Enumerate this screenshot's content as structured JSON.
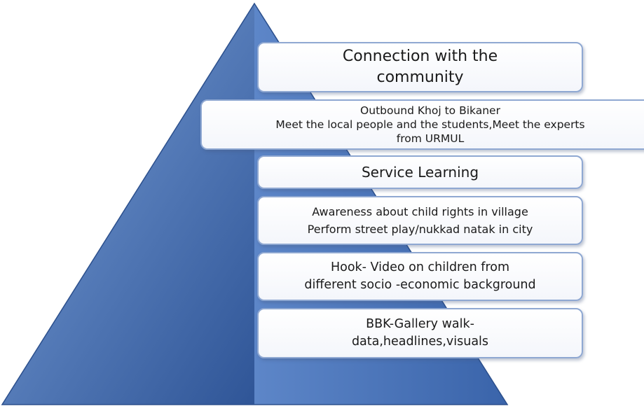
{
  "diagram": {
    "type": "pyramid",
    "colors": {
      "pyramid_light": "#6e95d1",
      "pyramid_dark": "#2f5597",
      "box_border": "#8fa8d2",
      "text": "#1a1a1a"
    },
    "layers": [
      {
        "lines": [
          "Connection with the",
          "community"
        ]
      },
      {
        "lines": [
          "Outbound Khoj to Bikaner",
          "Meet the local people and the students,Meet the experts",
          "from URMUL"
        ]
      },
      {
        "lines": [
          "Service Learning"
        ]
      },
      {
        "lines": [
          "Awareness about child rights in village",
          "Perform street play/nukkad natak in city"
        ]
      },
      {
        "lines": [
          "Hook- Video on children from",
          "different socio -economic background"
        ]
      },
      {
        "lines": [
          "BBK-Gallery walk-",
          "data,headlines,visuals"
        ]
      }
    ]
  }
}
